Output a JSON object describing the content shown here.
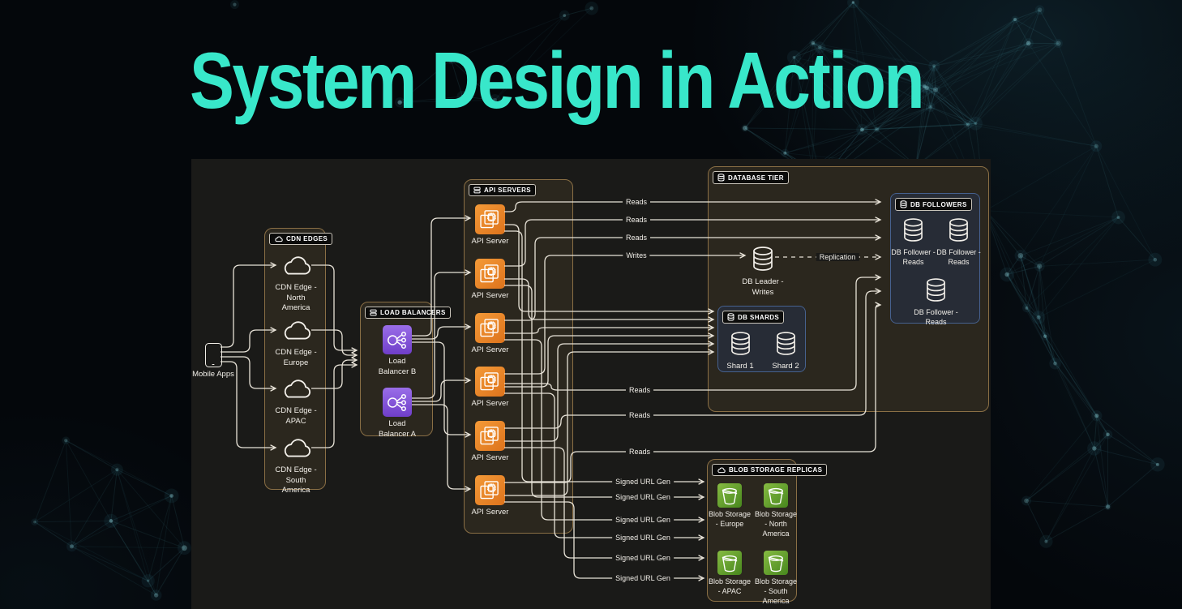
{
  "title": "System Design in Action",
  "theme": {
    "title_color": "#38e7ca",
    "group_border_tan": "#8a6f45",
    "group_border_blue": "#46618f",
    "api_icon_orange": "#e8821e",
    "lb_icon_purple": "#7e4fd8",
    "blob_icon_green": "#5a9a28",
    "wire_color": "#e8e3d8"
  },
  "mobile": {
    "label": "Mobile Apps"
  },
  "groups": {
    "cdn": {
      "header": "CDN EDGES",
      "items": [
        "CDN Edge -\nNorth\nAmerica",
        "CDN Edge -\nEurope",
        "CDN Edge -\nAPAC",
        "CDN Edge -\nSouth\nAmerica"
      ]
    },
    "lb": {
      "header": "LOAD BALANCERS",
      "items": [
        "Load\nBalancer B",
        "Load\nBalancer A"
      ]
    },
    "api": {
      "header": "API SERVERS",
      "items": [
        "API Server",
        "API Server",
        "API Server",
        "API Server",
        "API Server",
        "API Server"
      ]
    },
    "db": {
      "header": "DATABASE TIER",
      "leader": "DB Leader -\nWrites",
      "followers": {
        "header": "DB FOLLOWERS",
        "items": [
          "DB Follower -\nReads",
          "DB Follower -\nReads",
          "DB Follower -\nReads"
        ]
      },
      "shards": {
        "header": "DB SHARDS",
        "items": [
          "Shard 1",
          "Shard 2"
        ]
      }
    },
    "blob": {
      "header": "BLOB STORAGE REPLICAS",
      "items": [
        "Blob Storage\n- Europe",
        "Blob Storage\n- North\nAmerica",
        "Blob Storage\n- APAC",
        "Blob Storage\n- South\nAmerica"
      ]
    }
  },
  "edges": [
    {
      "from": "mobile-apps",
      "to": "cdn-edge-north-america",
      "label": ""
    },
    {
      "from": "mobile-apps",
      "to": "cdn-edge-europe",
      "label": ""
    },
    {
      "from": "mobile-apps",
      "to": "cdn-edge-apac",
      "label": ""
    },
    {
      "from": "mobile-apps",
      "to": "cdn-edge-south-america",
      "label": ""
    },
    {
      "from": "cdn-edge-north-america",
      "to": "load-balancers",
      "label": ""
    },
    {
      "from": "cdn-edge-europe",
      "to": "load-balancers",
      "label": ""
    },
    {
      "from": "cdn-edge-apac",
      "to": "load-balancers",
      "label": ""
    },
    {
      "from": "cdn-edge-south-america",
      "to": "load-balancers",
      "label": ""
    },
    {
      "from": "load-balancer-b",
      "to": "api-server-1",
      "label": ""
    },
    {
      "from": "load-balancer-b",
      "to": "api-server-3",
      "label": ""
    },
    {
      "from": "load-balancer-b",
      "to": "api-server-5",
      "label": ""
    },
    {
      "from": "load-balancer-a",
      "to": "api-server-2",
      "label": ""
    },
    {
      "from": "load-balancer-a",
      "to": "api-server-4",
      "label": ""
    },
    {
      "from": "load-balancer-a",
      "to": "api-server-6",
      "label": ""
    },
    {
      "from": "api-server-1",
      "to": "db-followers",
      "label": "Reads"
    },
    {
      "from": "api-server-2",
      "to": "db-followers",
      "label": "Reads"
    },
    {
      "from": "api-server-3",
      "to": "db-followers",
      "label": "Reads"
    },
    {
      "from": "api-server-4",
      "to": "db-leader",
      "label": "Writes"
    },
    {
      "from": "api-server-4",
      "to": "db-followers",
      "label": "Reads"
    },
    {
      "from": "api-server-5",
      "to": "db-followers",
      "label": "Reads"
    },
    {
      "from": "api-server-6",
      "to": "db-followers",
      "label": "Reads"
    },
    {
      "from": "api-server-1",
      "to": "db-shards",
      "label": ""
    },
    {
      "from": "api-server-2",
      "to": "db-shards",
      "label": ""
    },
    {
      "from": "api-server-3",
      "to": "db-shards",
      "label": ""
    },
    {
      "from": "api-server-4",
      "to": "db-shards",
      "label": ""
    },
    {
      "from": "api-server-5",
      "to": "db-shards",
      "label": ""
    },
    {
      "from": "api-server-6",
      "to": "db-shards",
      "label": ""
    },
    {
      "from": "api-server-1",
      "to": "blob-storage-replicas",
      "label": "Signed URL Gen"
    },
    {
      "from": "api-server-2",
      "to": "blob-storage-replicas",
      "label": "Signed URL Gen"
    },
    {
      "from": "api-server-3",
      "to": "blob-storage-replicas",
      "label": "Signed URL Gen"
    },
    {
      "from": "api-server-4",
      "to": "blob-storage-replicas",
      "label": "Signed URL Gen"
    },
    {
      "from": "api-server-5",
      "to": "blob-storage-replicas",
      "label": "Signed URL Gen"
    },
    {
      "from": "api-server-6",
      "to": "blob-storage-replicas",
      "label": "Signed URL Gen"
    },
    {
      "from": "db-leader",
      "to": "db-followers",
      "label": "Replication"
    }
  ]
}
